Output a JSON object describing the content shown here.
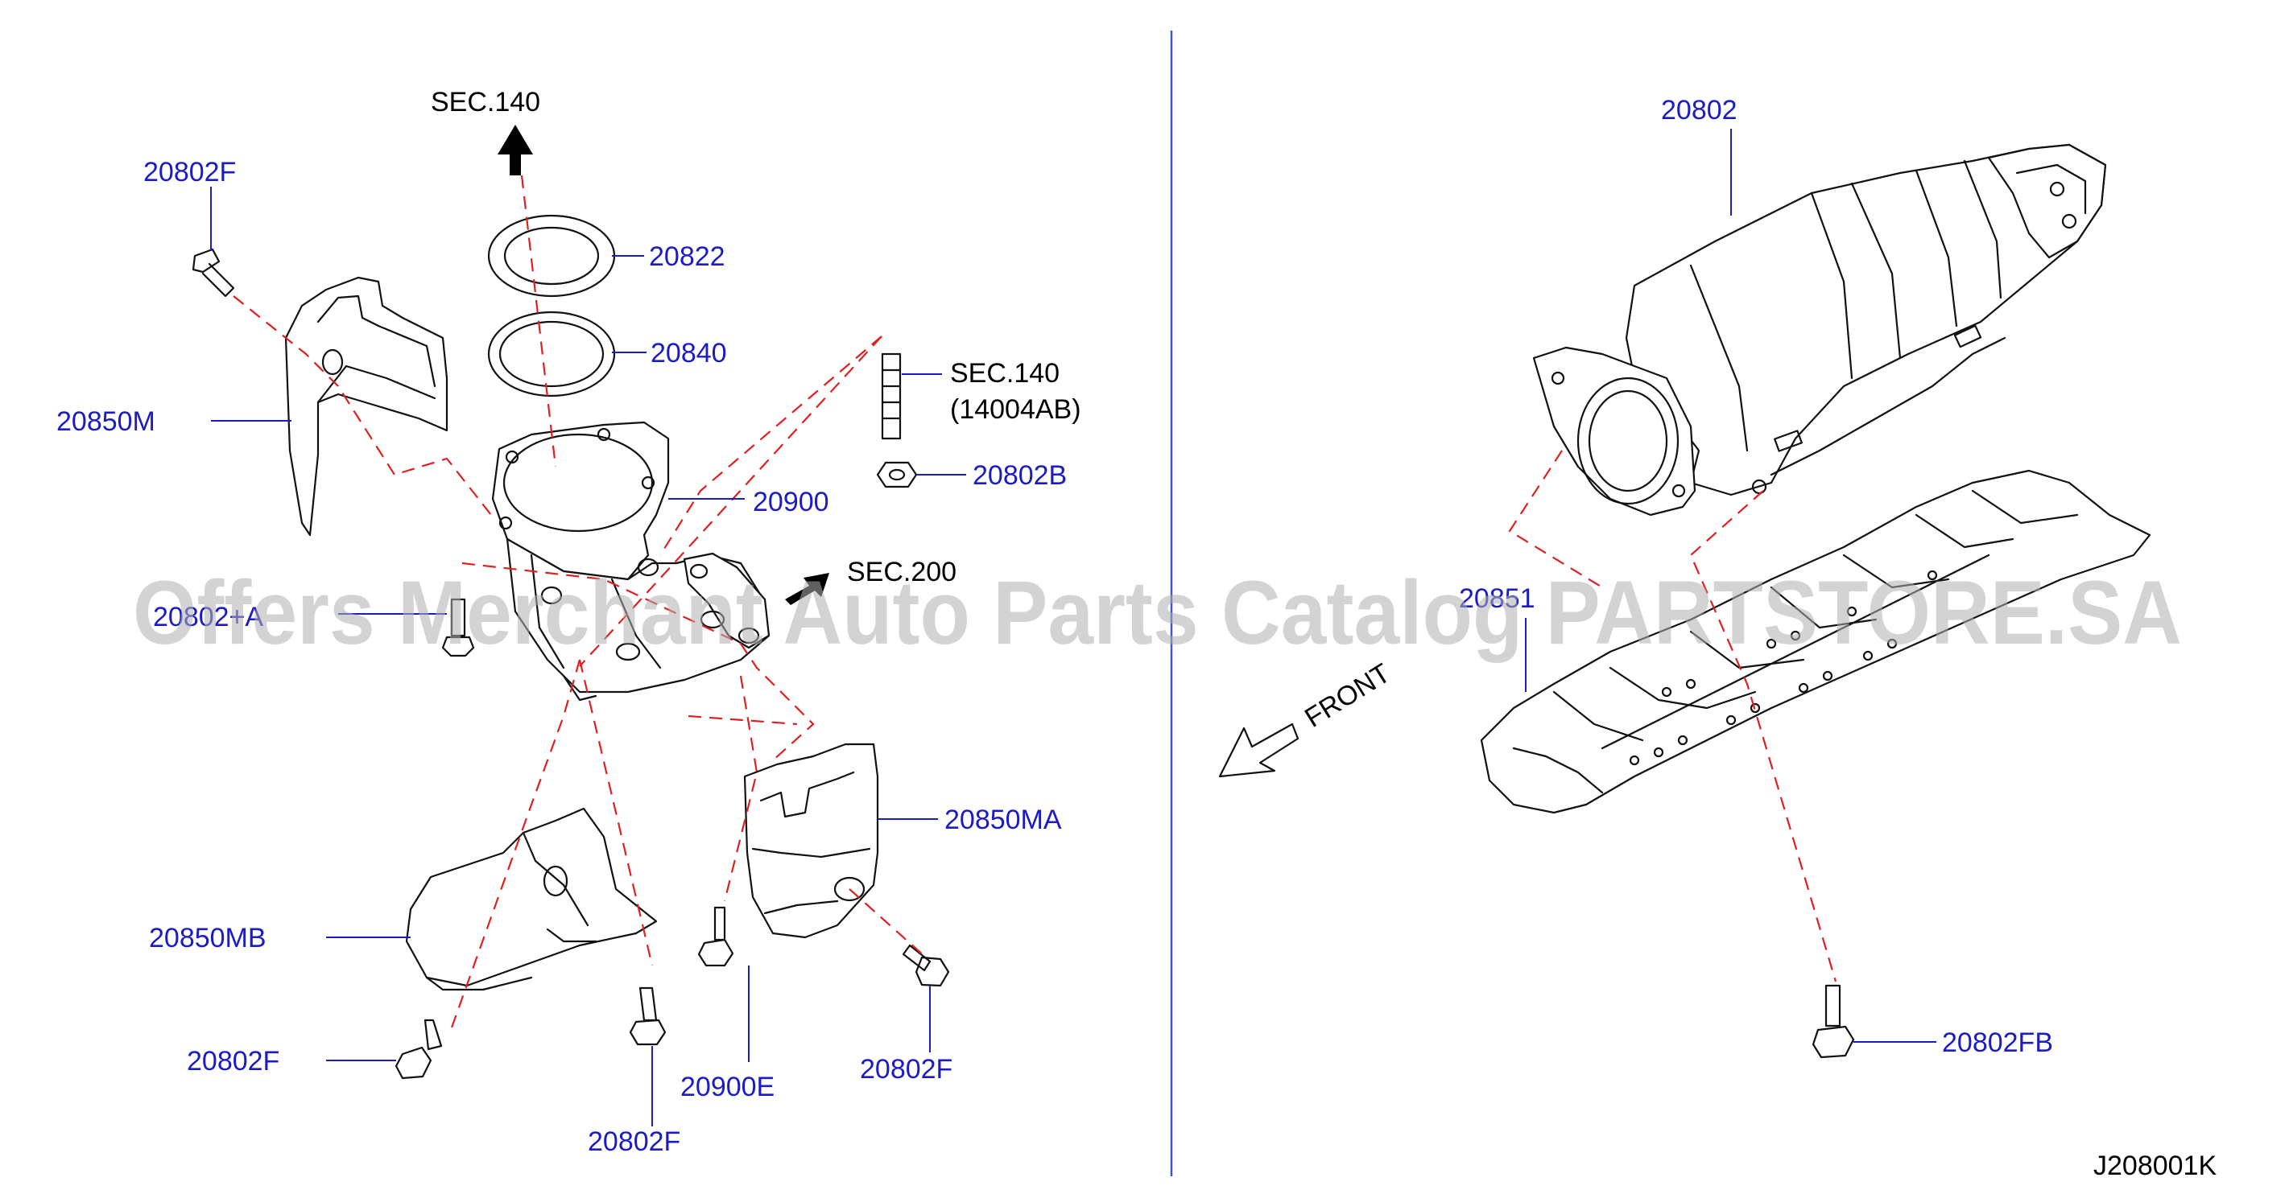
{
  "labels": {
    "p20802F_tl": "20802F",
    "sec140_top": "SEC.140",
    "p20822": "20822",
    "p20840": "20840",
    "p20850M": "20850M",
    "sec140_r": "SEC.140",
    "p14004AB": "(14004AB)",
    "p20802B": "20802B",
    "p20900": "20900",
    "sec200": "SEC.200",
    "p20802A": "20802+A",
    "p20850MA": "20850MA",
    "p20850MB": "20850MB",
    "p20802F_bl": "20802F",
    "p20900E": "20900E",
    "p20802F_bm": "20802F",
    "p20802F_br": "20802F",
    "p20802": "20802",
    "p20851": "20851",
    "front": "FRONT",
    "p20802FB": "20802FB",
    "diagram_code": "J208001K"
  },
  "watermark": "Offers Merchant Auto Parts Catalog PARTSTORE.SA",
  "colors": {
    "part_number": "#1c1cc4",
    "guide_line": "#e02020",
    "divider": "#3a5bbf",
    "outline": "#111111"
  }
}
